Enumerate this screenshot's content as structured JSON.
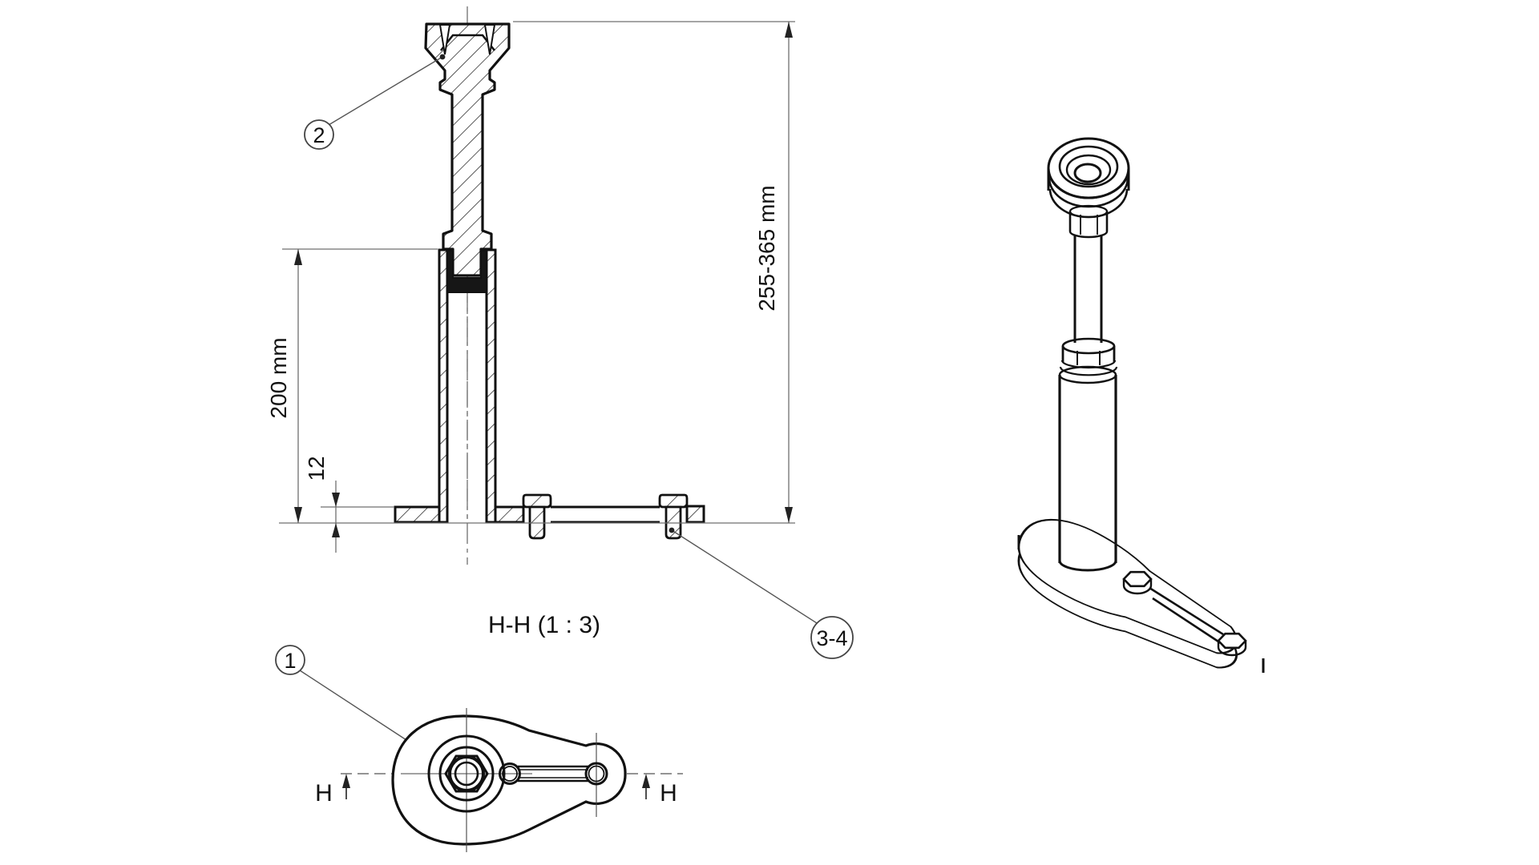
{
  "drawing": {
    "section_view": {
      "title": "H-H (1 : 3)",
      "dims": {
        "tube_height": "200 mm",
        "plate_thickness": "12",
        "overall_height": "255-365 mm"
      }
    },
    "plan_view": {
      "cut_marker_left": "H",
      "cut_marker_right": "H"
    },
    "callouts": {
      "base_plate": "1",
      "screw": "2",
      "bolts": "3-4"
    },
    "colors": {
      "outline": "#111111",
      "thin_line": "#6f6f6f",
      "background": "#ffffff"
    }
  }
}
